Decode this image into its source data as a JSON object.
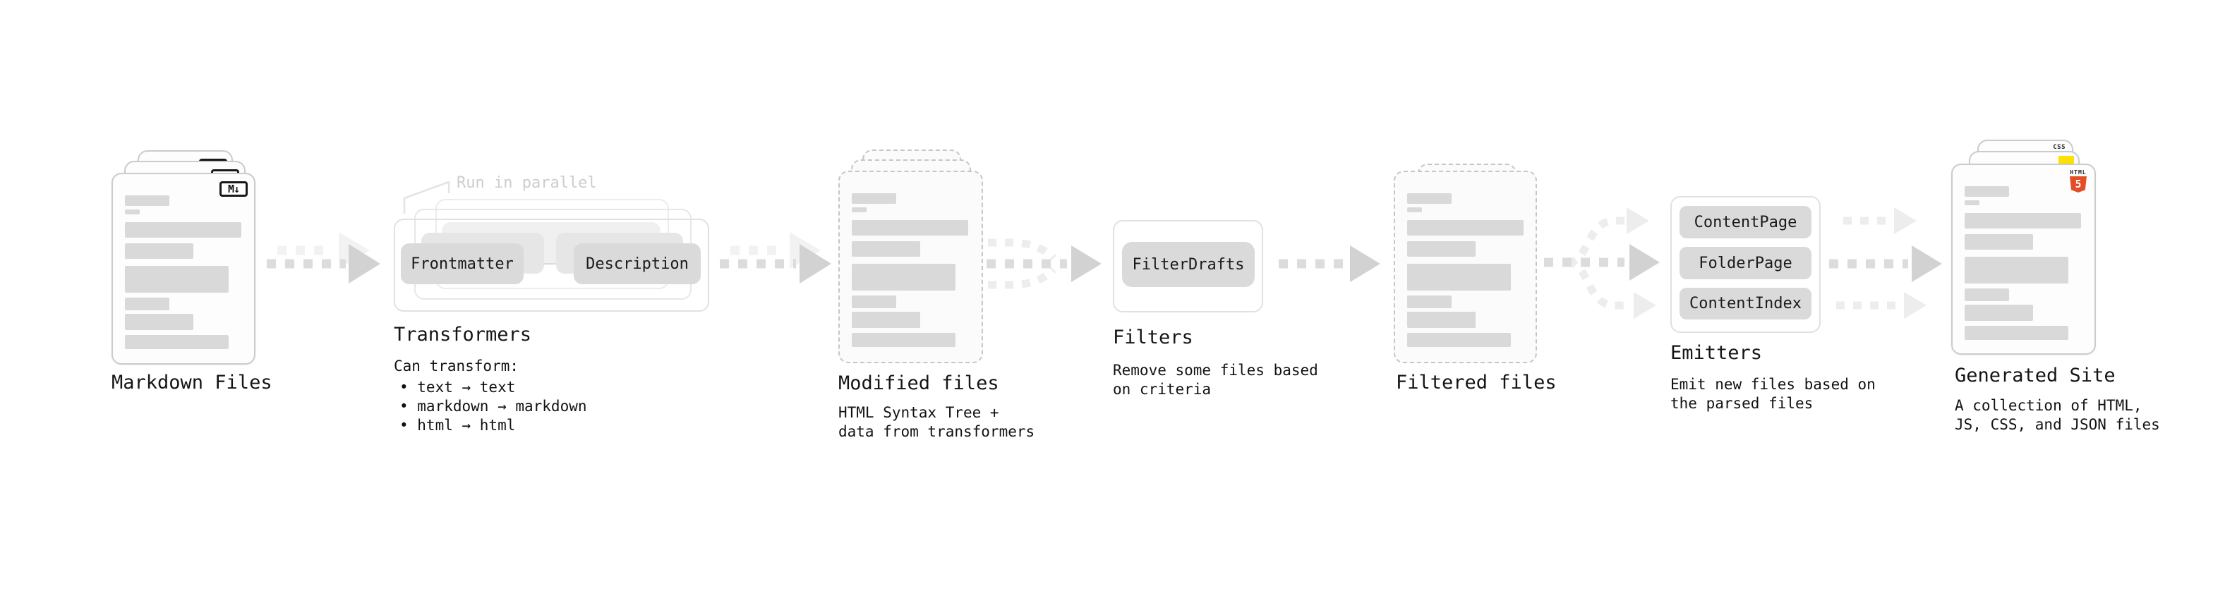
{
  "stages": {
    "markdown_files": {
      "label": "Markdown Files",
      "badge": "M↓"
    },
    "transformers": {
      "label": "Transformers",
      "parallel_note": "Run in parallel",
      "frontmatter_button": "Frontmatter",
      "description_button": "Description",
      "note_title": "Can transform:",
      "bullets": [
        "• text → text",
        "• markdown → markdown",
        "• html → html"
      ]
    },
    "modified_files": {
      "label": "Modified files",
      "subtitle": [
        "HTML Syntax Tree +",
        "data from transformers"
      ]
    },
    "filters": {
      "label": "Filters",
      "filter_button": "FilterDrafts",
      "subtitle": [
        "Remove some files based",
        "on criteria"
      ]
    },
    "filtered_files": {
      "label": "Filtered files"
    },
    "emitters": {
      "label": "Emitters",
      "buttons": [
        "ContentPage",
        "FolderPage",
        "ContentIndex"
      ],
      "subtitle": [
        "Emit new files based on",
        "the parsed files"
      ]
    },
    "generated_site": {
      "label": "Generated Site",
      "subtitle": [
        "A collection of HTML,",
        "JS, CSS, and JSON files"
      ],
      "icons": {
        "html_word": "HTML",
        "html_number": "5",
        "css": "CSS"
      }
    }
  },
  "colors": {
    "doc_border": "#cbcbcb",
    "doc_border_dashed": "#c6c6c6",
    "bar_fill": "#d9d9d9",
    "button_fill": "#dadada",
    "arrow_dark": "#dcdcdc",
    "arrow_light": "#ededed",
    "text": "#151515",
    "muted_note": "#cdcdcd",
    "html5_orange": "#e44d26",
    "js_yellow": "#ffe000",
    "css_blue": "#2965f1"
  }
}
